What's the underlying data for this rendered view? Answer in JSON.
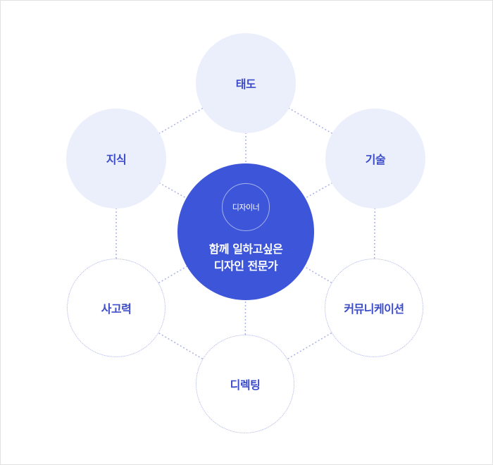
{
  "center": {
    "badge": "디자이너",
    "title_line1": "함께 일하고싶은",
    "title_line2": "디자인 전문가"
  },
  "nodes": {
    "top": "태도",
    "top_left": "지식",
    "top_right": "기술",
    "bottom_left": "사고력",
    "bottom_right": "커뮤니케이션",
    "bottom": "디렉팅"
  },
  "colors": {
    "center_fill": "#3c55d9",
    "filled_node": "#ebeffb",
    "label": "#3d4cc9",
    "dotted_line": "#a9b1e6"
  }
}
